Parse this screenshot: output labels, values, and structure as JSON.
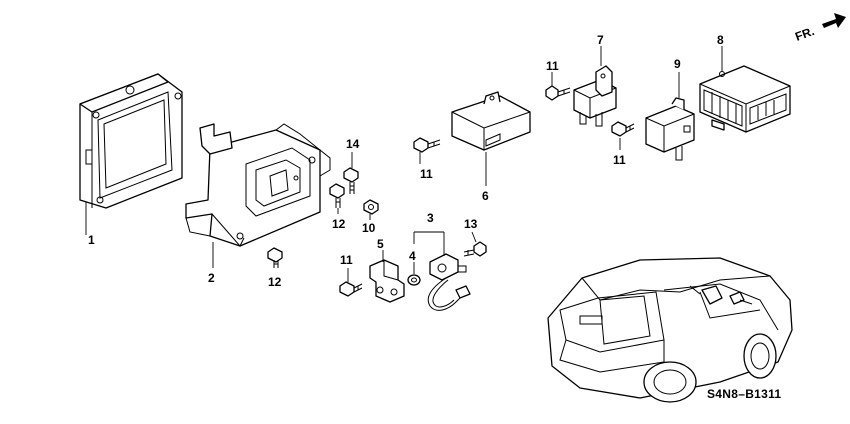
{
  "diagram": {
    "direction_label": "FR.",
    "diagram_code": "S4N8–B1311",
    "callouts": {
      "c1": "1",
      "c2": "2",
      "c3": "3",
      "c4": "4",
      "c5": "5",
      "c6": "6",
      "c7": "7",
      "c8": "8",
      "c9": "9",
      "c10": "10",
      "c11a": "11",
      "c11b": "11",
      "c11c": "11",
      "c11d": "11",
      "c12a": "12",
      "c12b": "12",
      "c13": "13",
      "c14": "14"
    }
  }
}
